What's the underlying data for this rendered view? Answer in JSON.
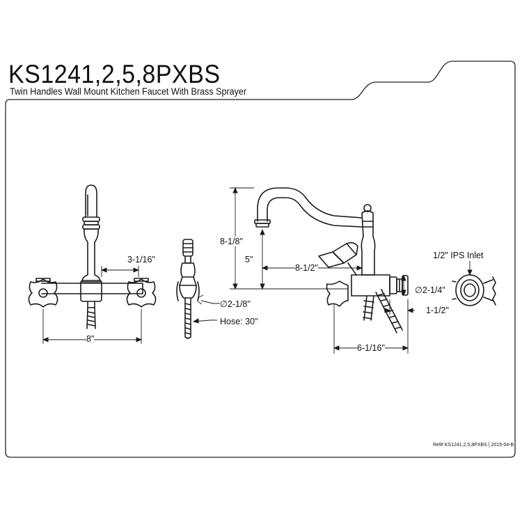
{
  "header": {
    "model": "KS1241,2,5,8PXBS",
    "description": "Twin Handles Wall Mount Kitchen Faucet With Brass Sprayer"
  },
  "dimensions": {
    "spout_center_to_handle": "3-1/16\"",
    "handle_spread": "8\"",
    "sprayer_flange_diameter": "∅2-1/8\"",
    "hose_length": "Hose: 30\"",
    "overall_height": "8-1/8\"",
    "spout_height": "5\"",
    "spout_reach": "8-1/2\"",
    "flange_diameter": "∅2-1/4\"",
    "flange_depth": "1-1/2\"",
    "projection": "6-1/16\"",
    "inlet": "1/2\" IPS Inlet"
  },
  "footer": {
    "reference": "Ref# KS1241,2,5,8PXBS | 2015-04-B"
  }
}
